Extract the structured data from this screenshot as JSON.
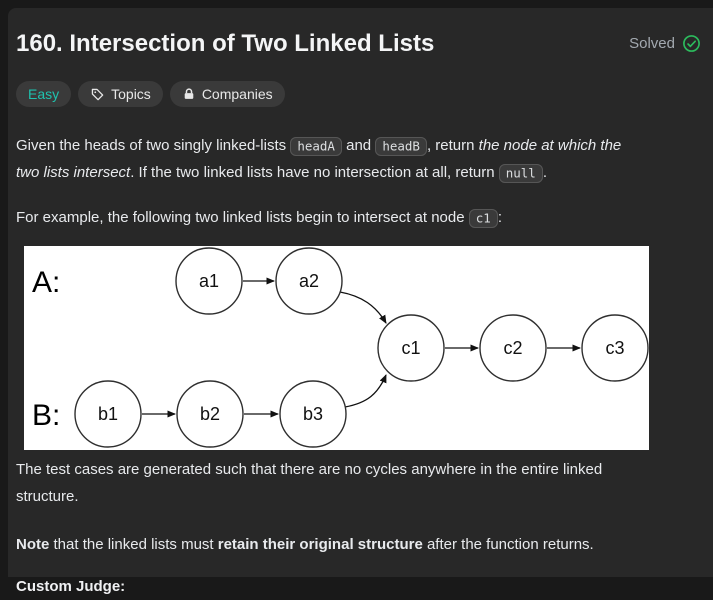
{
  "header": {
    "title": "160. Intersection of Two Linked Lists",
    "solved_label": "Solved",
    "solved_color": "#2cbb5d"
  },
  "badges": {
    "difficulty_label": "Easy",
    "difficulty_color": "#1fc2ae",
    "topics_label": "Topics",
    "companies_label": "Companies"
  },
  "description": {
    "paragraphs": [
      {
        "id": "p1",
        "segments": [
          {
            "t": "Given the heads of two singly linked-lists ",
            "s": "plain"
          },
          {
            "t": "headA",
            "s": "code"
          },
          {
            "t": " and ",
            "s": "plain"
          },
          {
            "t": "headB",
            "s": "code"
          },
          {
            "t": ", return ",
            "s": "plain"
          },
          {
            "t": "the node at which the",
            "s": "italic"
          },
          {
            "t": "",
            "s": "br"
          },
          {
            "t": "two lists intersect",
            "s": "italic"
          },
          {
            "t": ". If the two linked lists have no intersection at all, return ",
            "s": "plain"
          },
          {
            "t": "null",
            "s": "code"
          },
          {
            "t": ".",
            "s": "plain"
          }
        ]
      },
      {
        "id": "p2",
        "segments": [
          {
            "t": "For example, the following two linked lists begin to intersect at node ",
            "s": "plain"
          },
          {
            "t": "c1",
            "s": "code"
          },
          {
            "t": ":",
            "s": "plain"
          }
        ]
      },
      {
        "id": "p3",
        "segments": [
          {
            "t": "The test cases are generated such that there are no cycles anywhere in the entire linked",
            "s": "plain"
          },
          {
            "t": "",
            "s": "br"
          },
          {
            "t": "structure.",
            "s": "plain"
          }
        ]
      },
      {
        "id": "p4",
        "segments": [
          {
            "t": "Note",
            "s": "bold"
          },
          {
            "t": " that the linked lists must ",
            "s": "plain"
          },
          {
            "t": "retain their original structure",
            "s": "bold"
          },
          {
            "t": " after the function returns.",
            "s": "plain"
          }
        ]
      }
    ]
  },
  "diagram": {
    "background": "#ffffff",
    "list_a_label": "A:",
    "list_b_label": "B:",
    "node_stroke": "#2f2f2f",
    "nodes": [
      {
        "id": "a1",
        "label": "a1"
      },
      {
        "id": "a2",
        "label": "a2"
      },
      {
        "id": "c1",
        "label": "c1"
      },
      {
        "id": "c2",
        "label": "c2"
      },
      {
        "id": "c3",
        "label": "c3"
      },
      {
        "id": "b1",
        "label": "b1"
      },
      {
        "id": "b2",
        "label": "b2"
      },
      {
        "id": "b3",
        "label": "b3"
      }
    ],
    "edges": [
      {
        "from": "a1",
        "to": "a2",
        "type": "straight"
      },
      {
        "from": "a2",
        "to": "c1",
        "type": "curve-from-top"
      },
      {
        "from": "c1",
        "to": "c2",
        "type": "straight"
      },
      {
        "from": "c2",
        "to": "c3",
        "type": "straight"
      },
      {
        "from": "b1",
        "to": "b2",
        "type": "straight"
      },
      {
        "from": "b2",
        "to": "b3",
        "type": "straight"
      },
      {
        "from": "b3",
        "to": "c1",
        "type": "curve-from-bottom"
      }
    ]
  },
  "footer_cut": {
    "label": "Custom Judge:"
  }
}
